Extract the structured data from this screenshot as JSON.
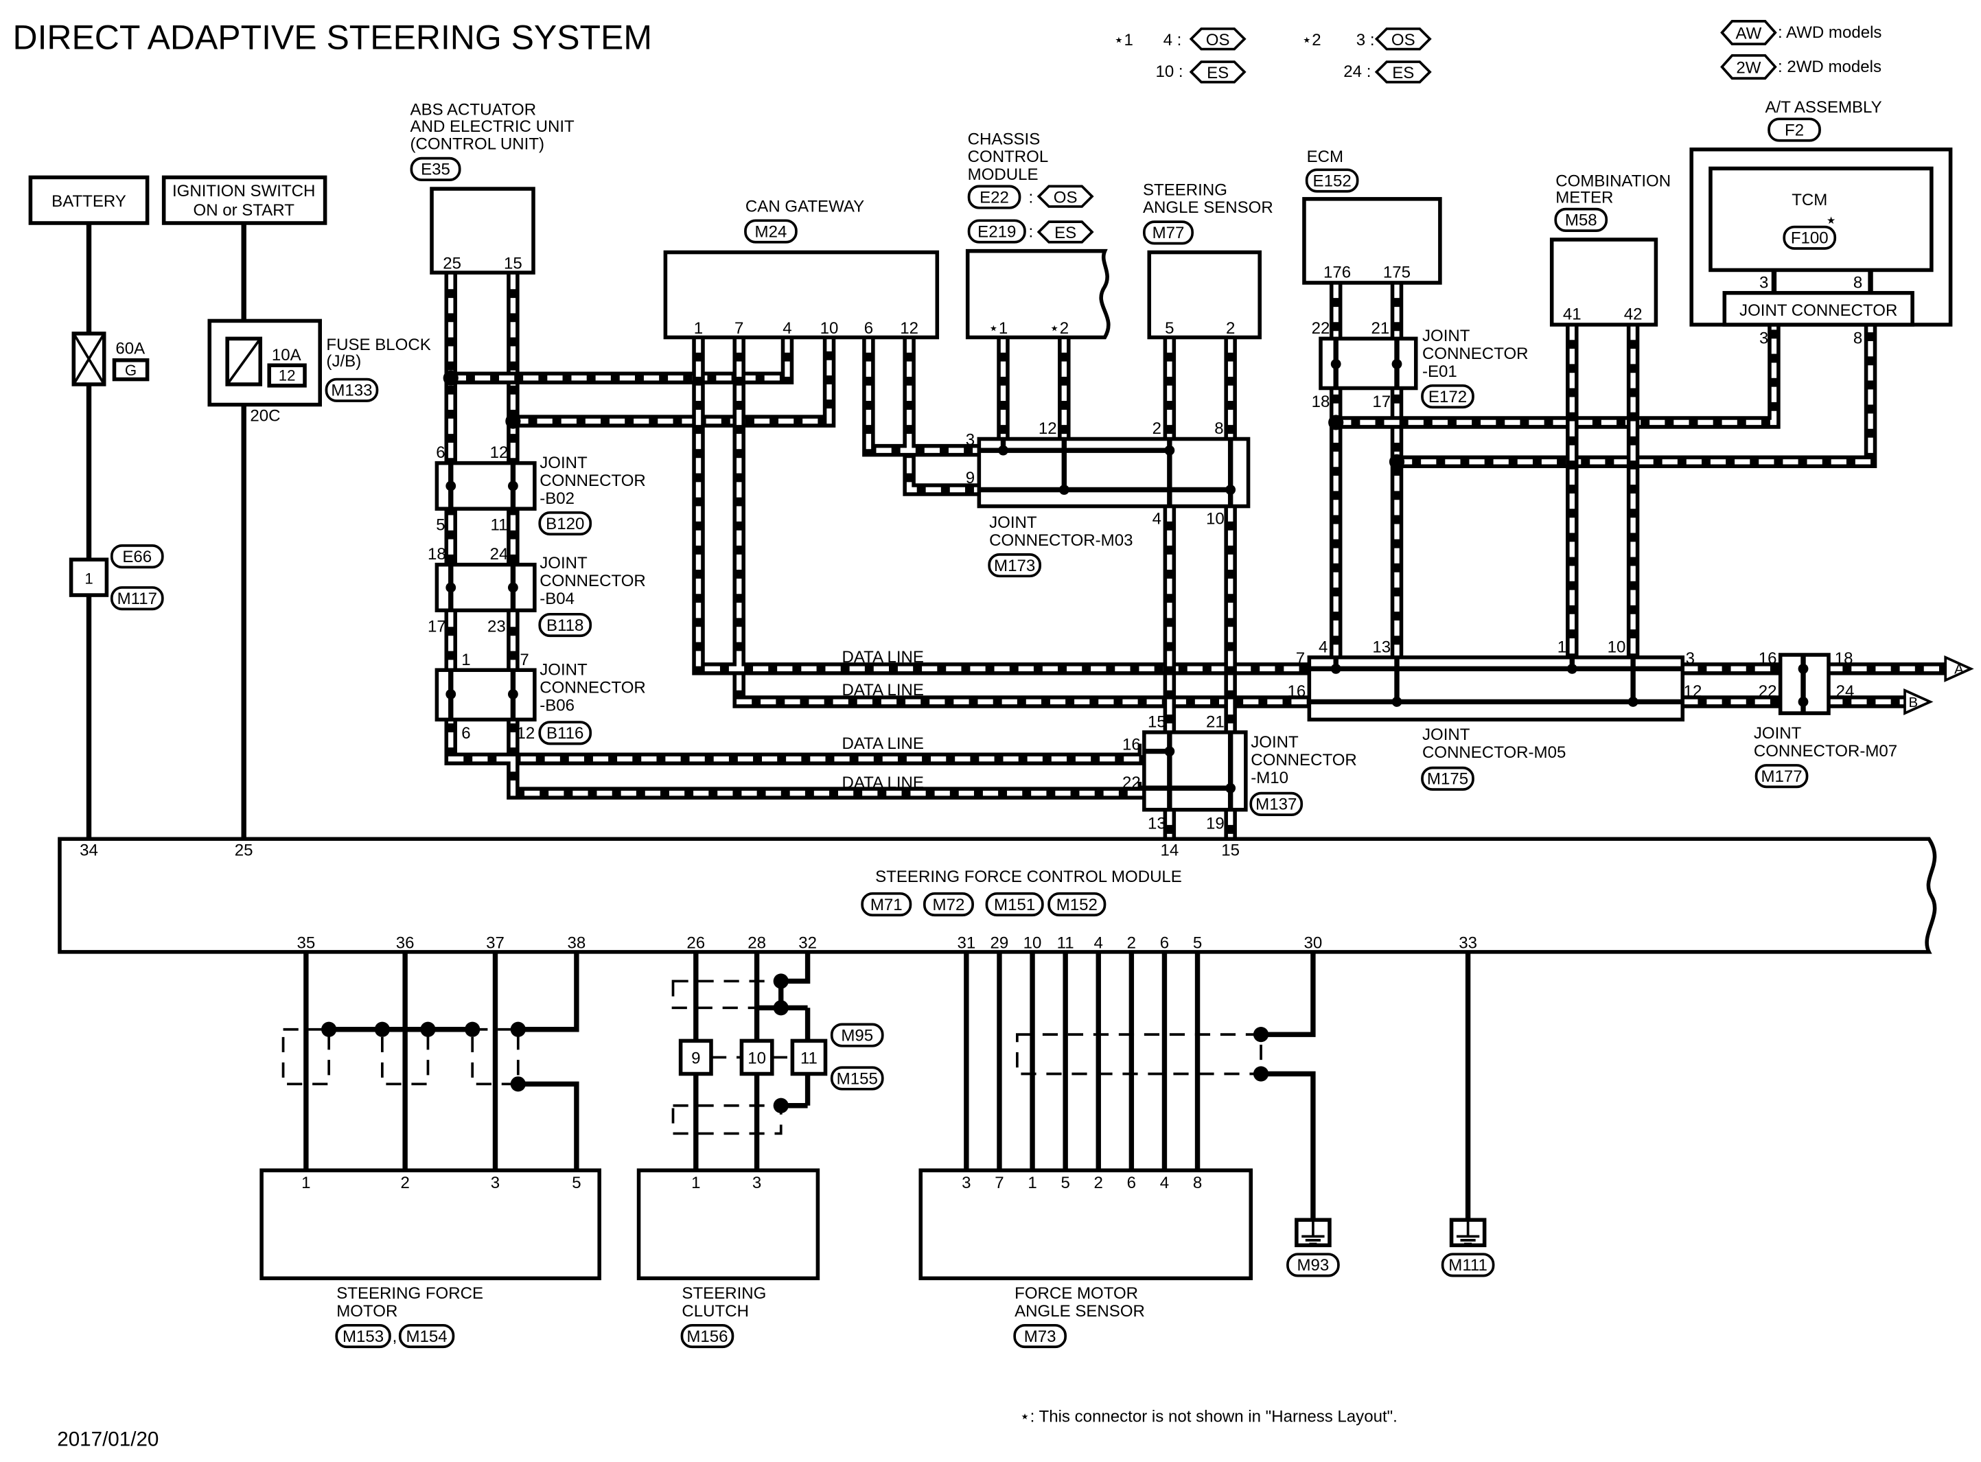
{
  "title": "DIRECT ADAPTIVE STEERING SYSTEM",
  "date": "2017/01/20",
  "legend": {
    "star1": "⋆1",
    "star2": "⋆2",
    "os": "OS",
    "es": "ES",
    "star1_os": "4 :",
    "star1_es": "10 :",
    "star2_os": "3 :",
    "star2_es": "24 :",
    "aw": "AW",
    "aw_text": ": AWD models",
    "w2": "2W",
    "w2_text": ": 2WD models"
  },
  "footnote": "⋆: This connector is not shown in \"Harness Layout\".",
  "components": {
    "battery": "BATTERY",
    "ignition": [
      "IGNITION SWITCH",
      "ON or START"
    ],
    "fuse_60a": "60A",
    "fuse_g": "G",
    "fuse_10a": "10A",
    "fuse_12": "12",
    "fuse_block": [
      "FUSE BLOCK",
      "(J/B)"
    ],
    "fuse_block_conn": "M133",
    "fuse_out": "20C",
    "e66": "E66",
    "m117": "M117",
    "e66_pin": "1",
    "abs": [
      "ABS ACTUATOR",
      "AND ELECTRIC UNIT",
      "(CONTROL UNIT)"
    ],
    "abs_conn": "E35",
    "can_gateway": "CAN GATEWAY",
    "can_gateway_conn": "M24",
    "chassis": [
      "CHASSIS",
      "CONTROL",
      "MODULE"
    ],
    "chassis_conn1": "E22",
    "chassis_conn2": "E219",
    "steering_angle": [
      "STEERING",
      "ANGLE SENSOR"
    ],
    "steering_angle_conn": "M77",
    "ecm": "ECM",
    "ecm_conn": "E152",
    "combo": [
      "COMBINATION",
      "METER"
    ],
    "combo_conn": "M58",
    "at": "A/T ASSEMBLY",
    "at_conn": "F2",
    "tcm": "TCM",
    "tcm_conn": "F100",
    "tcm_star": "⋆",
    "tcm_joint": "JOINT CONNECTOR",
    "jc_b02": [
      "JOINT",
      "CONNECTOR",
      "-B02"
    ],
    "jc_b02_conn": "B120",
    "jc_b04": [
      "JOINT",
      "CONNECTOR",
      "-B04"
    ],
    "jc_b04_conn": "B118",
    "jc_b06": [
      "JOINT",
      "CONNECTOR",
      "-B06"
    ],
    "jc_b06_conn": "B116",
    "jc_m03": [
      "JOINT",
      "CONNECTOR-M03"
    ],
    "jc_m03_conn": "M173",
    "jc_e01": [
      "JOINT",
      "CONNECTOR",
      "-E01"
    ],
    "jc_e01_conn": "E172",
    "jc_m10": [
      "JOINT",
      "CONNECTOR",
      "-M10"
    ],
    "jc_m10_conn": "M137",
    "jc_m05": [
      "JOINT",
      "CONNECTOR-M05"
    ],
    "jc_m05_conn": "M175",
    "jc_m07": [
      "JOINT",
      "CONNECTOR-M07"
    ],
    "jc_m07_conn": "M177",
    "data_line": "DATA LINE",
    "arrow_a": "A",
    "arrow_b": "B",
    "sfcm": "STEERING FORCE CONTROL MODULE",
    "sfcm_conns": [
      "M71",
      "M72",
      "M151",
      "M152"
    ],
    "sfm": [
      "STEERING FORCE",
      "MOTOR"
    ],
    "sfm_conns": [
      "M153",
      "M154"
    ],
    "clutch": [
      "STEERING",
      "CLUTCH"
    ],
    "clutch_conn": "M156",
    "fmas": [
      "FORCE MOTOR",
      "ANGLE SENSOR"
    ],
    "fmas_conn": "M73",
    "m95": "M95",
    "m155": "M155",
    "ground1": "M93",
    "ground2": "M111"
  },
  "pins": {
    "abs": [
      "25",
      "15"
    ],
    "can": [
      "1",
      "7",
      "4",
      "10",
      "6",
      "12"
    ],
    "chassis": [
      "⋆1",
      "⋆2"
    ],
    "steer_angle": [
      "5",
      "2"
    ],
    "ecm": [
      "176",
      "175"
    ],
    "combo": [
      "41",
      "42"
    ],
    "tcm_top": [
      "3",
      "8"
    ],
    "tcm_bottom": [
      "3",
      "8"
    ],
    "b02_top": [
      "6",
      "12"
    ],
    "b02_bottom": [
      "5",
      "11"
    ],
    "b04_top": [
      "18",
      "24"
    ],
    "b04_bottom": [
      "17",
      "23"
    ],
    "b06_top": [
      "1",
      "7"
    ],
    "b06_bottom": [
      "6",
      "12"
    ],
    "m03": [
      "3",
      "12",
      "2",
      "8",
      "9",
      "4",
      "10"
    ],
    "e01_top": [
      "22",
      "21"
    ],
    "e01_bottom": [
      "18",
      "17"
    ],
    "m10": [
      "15",
      "21",
      "16",
      "22",
      "13",
      "19"
    ],
    "m05": [
      "7",
      "4",
      "13",
      "1",
      "10",
      "3",
      "16",
      "12"
    ],
    "m07": [
      "16",
      "22",
      "18",
      "24"
    ],
    "sfcm_top": [
      "34",
      "25",
      "14",
      "15"
    ],
    "sfcm_bottom": [
      "35",
      "36",
      "37",
      "38",
      "26",
      "28",
      "32",
      "31",
      "29",
      "10",
      "11",
      "4",
      "2",
      "6",
      "5",
      "30",
      "33"
    ],
    "clutch_joint": [
      "9",
      "10",
      "11"
    ],
    "sfm": [
      "1",
      "2",
      "3",
      "5"
    ],
    "clutch": [
      "1",
      "3"
    ],
    "fmas": [
      "3",
      "7",
      "1",
      "5",
      "2",
      "6",
      "4",
      "8"
    ]
  }
}
